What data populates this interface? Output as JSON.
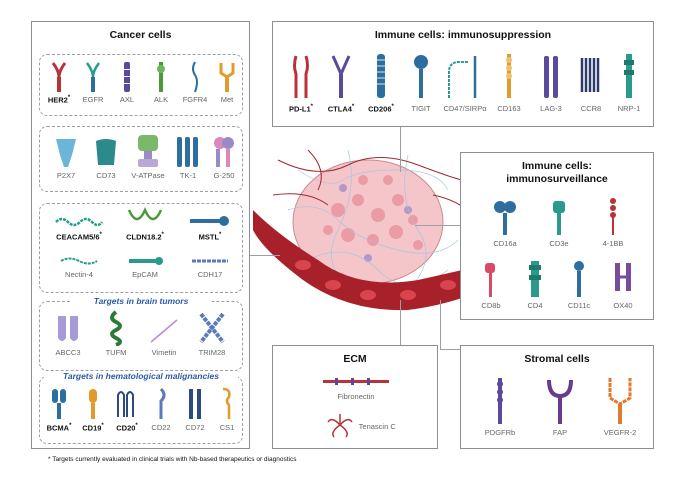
{
  "cancer_cells": {
    "title": "Cancer cells",
    "group1": [
      {
        "label": "HER2",
        "star": "*",
        "bold": true
      },
      {
        "label": "EGFR",
        "star": "",
        "bold": false
      },
      {
        "label": "AXL",
        "star": "",
        "bold": false
      },
      {
        "label": "ALK",
        "star": "",
        "bold": false
      },
      {
        "label": "FGFR4",
        "star": "",
        "bold": false
      },
      {
        "label": "Met",
        "star": "",
        "bold": false
      }
    ],
    "group2": [
      {
        "label": "P2X7"
      },
      {
        "label": "CD73"
      },
      {
        "label": "V-ATPase"
      },
      {
        "label": "TK-1"
      },
      {
        "label": "G-250"
      }
    ],
    "group3_row1": [
      {
        "label": "CEACAM5/6",
        "star": "*"
      },
      {
        "label": "CLDN18.2",
        "star": "*"
      },
      {
        "label": "MSTL",
        "star": "*"
      }
    ],
    "group3_row2": [
      {
        "label": "Nectin-4"
      },
      {
        "label": "EpCAM"
      },
      {
        "label": "CDH17"
      }
    ],
    "brain": {
      "title": "Targets in brain tumors",
      "items": [
        {
          "label": "ABCC3"
        },
        {
          "label": "TUFM"
        },
        {
          "label": "Vimetin"
        },
        {
          "label": "TRIM28"
        }
      ]
    },
    "heme": {
      "title": "Targets in hematological malignancies",
      "items": [
        {
          "label": "BCMA",
          "star": "*",
          "bold": true
        },
        {
          "label": "CD19",
          "star": "*",
          "bold": true
        },
        {
          "label": "CD20",
          "star": "*",
          "bold": true
        },
        {
          "label": "CD22",
          "star": "",
          "bold": false
        },
        {
          "label": "CD72",
          "star": "",
          "bold": false
        },
        {
          "label": "CS1",
          "star": "",
          "bold": false
        }
      ]
    }
  },
  "immunosuppression": {
    "title": "Immune cells: immunosuppression",
    "items": [
      {
        "label": "PD-L1",
        "star": "*",
        "bold": true
      },
      {
        "label": "CTLA4",
        "star": "*",
        "bold": true
      },
      {
        "label": "CD206",
        "star": "*",
        "bold": true
      },
      {
        "label": "TIGIT",
        "star": "",
        "bold": false
      },
      {
        "label": "CD47/SIRPα",
        "star": "",
        "bold": false
      },
      {
        "label": "CD163",
        "star": "",
        "bold": false
      },
      {
        "label": "LAG-3",
        "star": "",
        "bold": false
      },
      {
        "label": "CCR8",
        "star": "",
        "bold": false
      },
      {
        "label": "NRP-1",
        "star": "",
        "bold": false
      }
    ]
  },
  "immunosurveillance": {
    "title_line1": "Immune cells:",
    "title_line2": "immunosurveillance",
    "row1": [
      {
        "label": "CD16a"
      },
      {
        "label": "CD3e"
      },
      {
        "label": "4-1BB"
      }
    ],
    "row2": [
      {
        "label": "CD8b"
      },
      {
        "label": "CD4"
      },
      {
        "label": "CD11c"
      },
      {
        "label": "OX40"
      }
    ]
  },
  "ecm": {
    "title": "ECM",
    "items": [
      {
        "label": "Fibronectin"
      },
      {
        "label": "Tenascin C"
      }
    ]
  },
  "stromal": {
    "title": "Stromal cells",
    "items": [
      {
        "label": "PDGFRb"
      },
      {
        "label": "FAP"
      },
      {
        "label": "VEGFR-2"
      }
    ]
  },
  "footnote": "* Targets currently evaluated in clinical trials with Nb-based therapeutics or diagnostics",
  "colors": {
    "red": "#b8323a",
    "blue": "#2d6e9e",
    "purple": "#5b4a9b",
    "orange": "#e39a2c",
    "teal": "#2a9a8c",
    "green": "#4a9a3a"
  }
}
